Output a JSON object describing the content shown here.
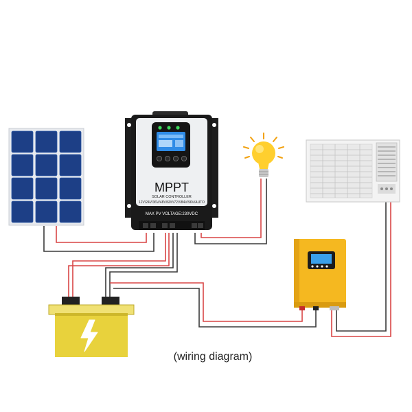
{
  "controller": {
    "title": "MPPT",
    "subtitle": "SOLAR CONTROLLER",
    "voltages": "12V/24V/36V/48V/60V/72V/84V/96V/AUTO",
    "max_voltage": "MAX PV VOLTAGE:230VDC"
  },
  "caption": "(wiring diagram)",
  "colors": {
    "wire_red": "#d94545",
    "wire_black": "#3a3a3a",
    "battery_yellow": "#e8d23c",
    "inverter_yellow": "#f5b820",
    "solar_blue": "#1d3f86",
    "bulb_yellow": "#ffcf2e"
  },
  "icons": {
    "battery_symbol": "lightning-bolt-icon"
  }
}
